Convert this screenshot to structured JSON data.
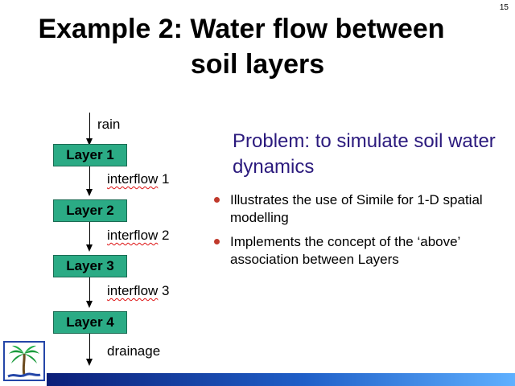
{
  "slide_number": "15",
  "title": {
    "line1": "Example 2: Water flow between",
    "line2": "soil layers"
  },
  "diagram": {
    "layers": [
      "Layer 1",
      "Layer 2",
      "Layer 3",
      "Layer 4"
    ],
    "inflow_label": "rain",
    "interflow_word": "interflow",
    "interflow_numbers": [
      "1",
      "2",
      "3"
    ],
    "outflow_label": "drainage"
  },
  "problem_text": "Problem: to simulate soil water dynamics",
  "bullets": [
    "Illustrates the use of Simile for 1-D spatial modelling",
    "Implements the concept of the ‘above’ association between Layers"
  ],
  "colors": {
    "layer_box": "#2bab85",
    "problem_text": "#2b1a7d",
    "bullet": "#c0392b",
    "footer_dark": "#0b1e78",
    "footer_light": "#5fb0ff"
  }
}
